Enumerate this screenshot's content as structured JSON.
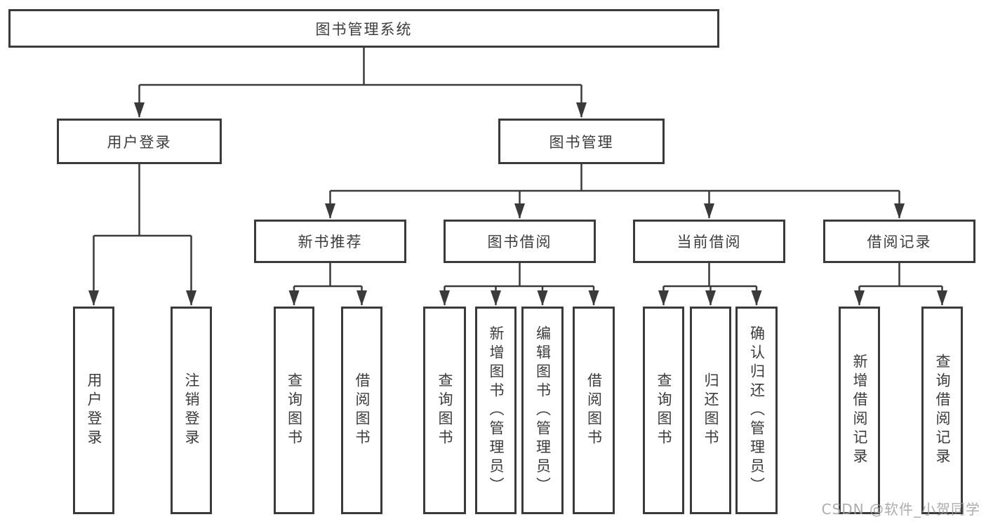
{
  "diagram_type": "hierarchy-tree",
  "colors": {
    "background": "#ffffff",
    "line": "#3a3a3a",
    "box_border": "#3a3a3a",
    "text": "#3c3c3c",
    "watermark": "#9e9e9e"
  },
  "tree": {
    "root": {
      "label": "图书管理系统",
      "children": [
        {
          "label": "用户登录",
          "children": [
            {
              "label": "用户登录"
            },
            {
              "label": "注销登录"
            }
          ]
        },
        {
          "label": "图书管理",
          "children": [
            {
              "label": "新书推荐",
              "children": [
                {
                  "label": "查询图书"
                },
                {
                  "label": "借阅图书"
                }
              ]
            },
            {
              "label": "图书借阅",
              "children": [
                {
                  "label": "查询图书"
                },
                {
                  "label": "新增图书（管理员）"
                },
                {
                  "label": "编辑图书（管理员）"
                },
                {
                  "label": "借阅图书"
                }
              ]
            },
            {
              "label": "当前借阅",
              "children": [
                {
                  "label": "查询图书"
                },
                {
                  "label": "归还图书"
                },
                {
                  "label": "确认归还（管理员）"
                }
              ]
            },
            {
              "label": "借阅记录",
              "children": [
                {
                  "label": "新增借阅记录"
                },
                {
                  "label": "查询借阅记录"
                }
              ]
            }
          ]
        }
      ]
    }
  },
  "watermark": {
    "text": "CSDN @软件_小贺同学"
  }
}
